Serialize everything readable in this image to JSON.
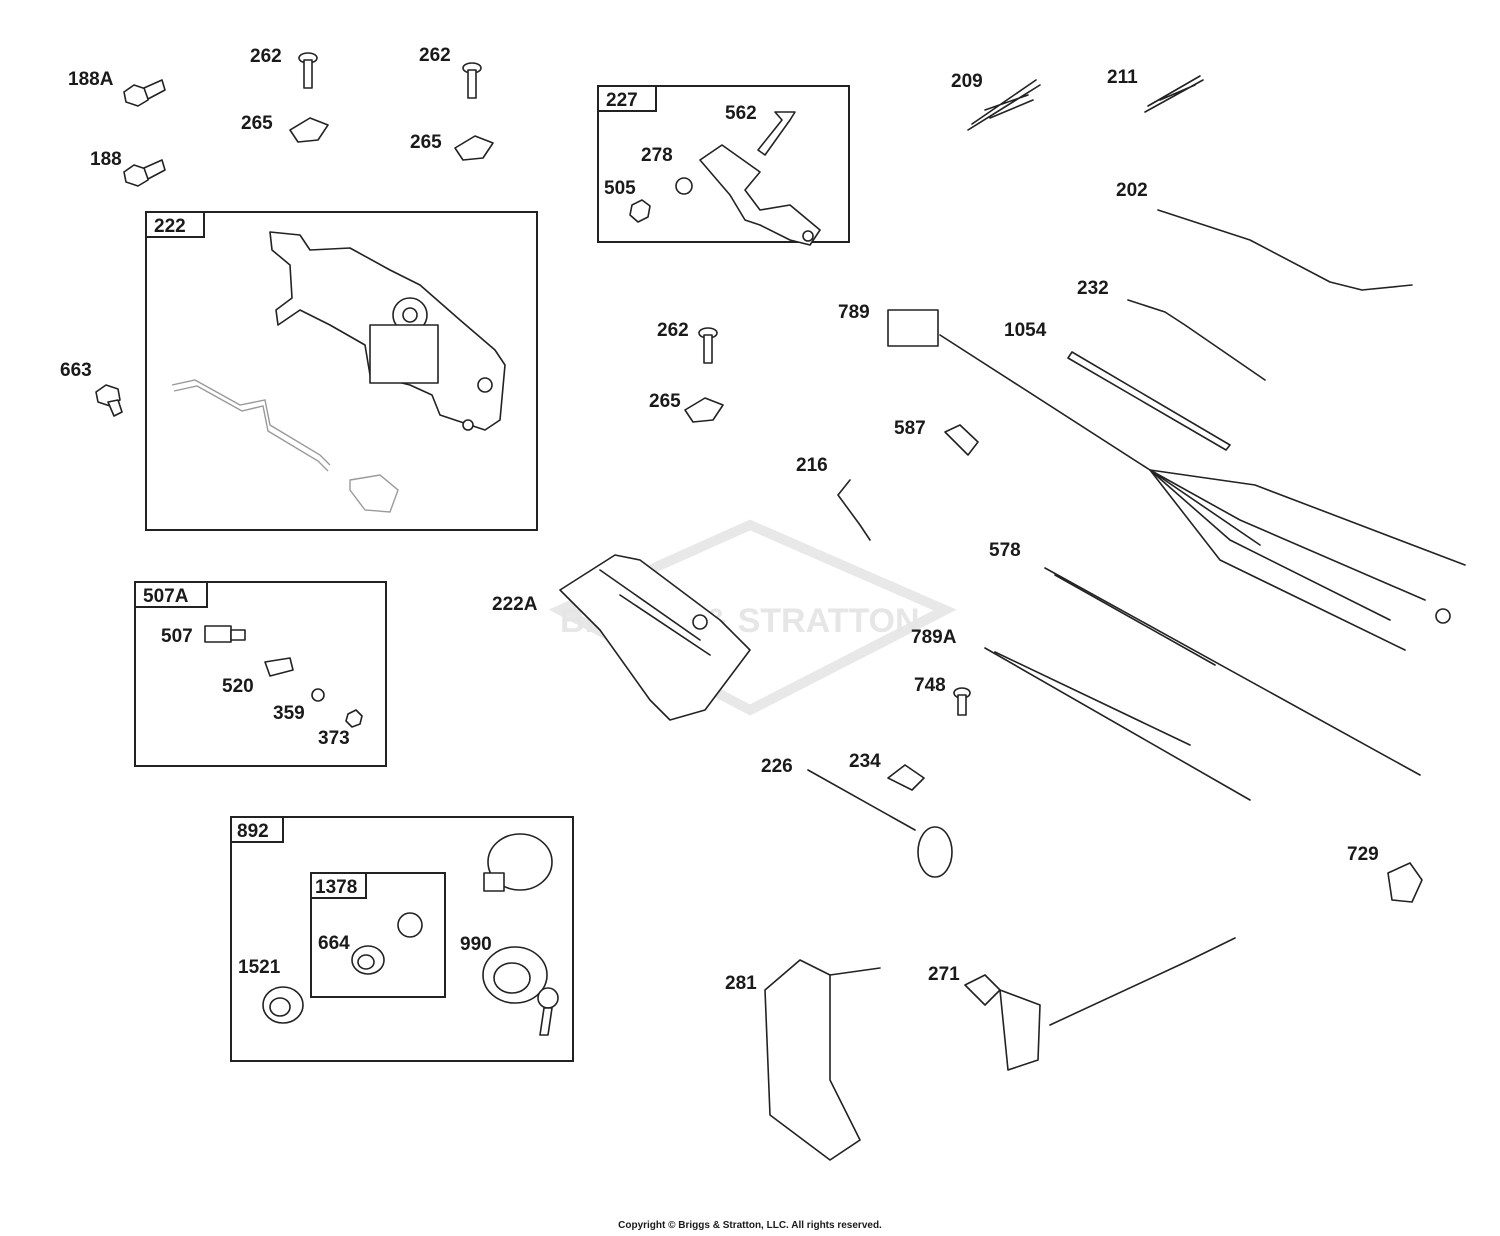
{
  "diagram": {
    "watermark": "BRIGGS & STRATTON",
    "copyright": "Copyright © Briggs & Stratton, LLC. All rights reserved.",
    "callouts": {
      "c188a": "188A",
      "c188": "188",
      "c262a": "262",
      "c265a": "265",
      "c262b": "262",
      "c265b": "265",
      "c663": "663",
      "c505": "505",
      "c278": "278",
      "c562": "562",
      "c209": "209",
      "c211": "211",
      "c202": "202",
      "c232": "232",
      "c789": "789",
      "c1054": "1054",
      "c262c": "262",
      "c265c": "265",
      "c587": "587",
      "c216": "216",
      "c222a": "222A",
      "c578": "578",
      "c789a": "789A",
      "c748": "748",
      "c226": "226",
      "c234": "234",
      "c729": "729",
      "c507": "507",
      "c520": "520",
      "c359": "359",
      "c373": "373",
      "c664": "664",
      "c1521": "1521",
      "c990": "990",
      "c281": "281",
      "c271": "271"
    },
    "groups": {
      "g222": "222",
      "g227": "227",
      "g507a": "507A",
      "g892": "892",
      "g1378": "1378"
    }
  }
}
